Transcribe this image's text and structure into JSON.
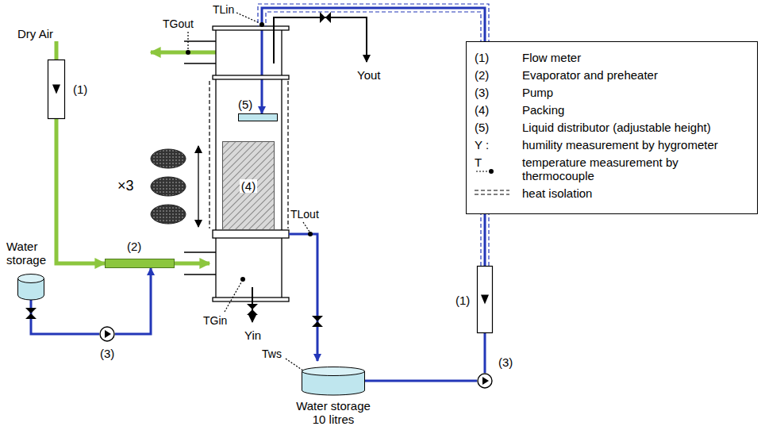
{
  "diagram": {
    "nodes": [
      {
        "text": [
          "(1)"
        ]
      },
      {
        "text": [
          "(2)"
        ]
      },
      {
        "text": [
          "Water storage"
        ]
      },
      {
        "text": [
          "(3)"
        ]
      },
      {
        "text": [
          "(4)"
        ]
      },
      {
        "text": [
          "(5)"
        ]
      },
      {
        "text": [
          "Water storage 10 litres"
        ]
      },
      {
        "text": [
          "(3)"
        ]
      },
      {
        "text": [
          "(1)"
        ]
      }
    ],
    "edges": [
      {
        "from": 0,
        "to": 1,
        "arrow": "to"
      },
      {
        "from": 2,
        "to": 3,
        "arrow": "none"
      },
      {
        "from": 3,
        "to": 1,
        "arrow": "to"
      },
      {
        "from": 6,
        "to": 7,
        "arrow": "none"
      },
      {
        "from": 7,
        "to": 8,
        "arrow": "none"
      },
      {
        "from": 8,
        "to": 5,
        "arrow": "to"
      }
    ],
    "labels": [
      "Dry Air",
      "×3",
      "TLin",
      "TGout",
      "TLout",
      "TGin",
      "Yout",
      "Yin",
      "Tws",
      "(1)",
      "(2)",
      "(3)",
      "(4)",
      "(5)",
      "Y :",
      "T"
    ],
    "legend": [
      {
        "text": "Flow meter"
      },
      {
        "text": "Evaporator and preheater"
      },
      {
        "text": "Pump"
      },
      {
        "text": "Packing"
      },
      {
        "text": "Liquid distributor (adjustable height)"
      },
      {
        "text": "humility measurement by hygrometer"
      },
      {
        "text": "temperature measurement by thermocouple"
      },
      {
        "text": "heat isolation"
      }
    ]
  }
}
